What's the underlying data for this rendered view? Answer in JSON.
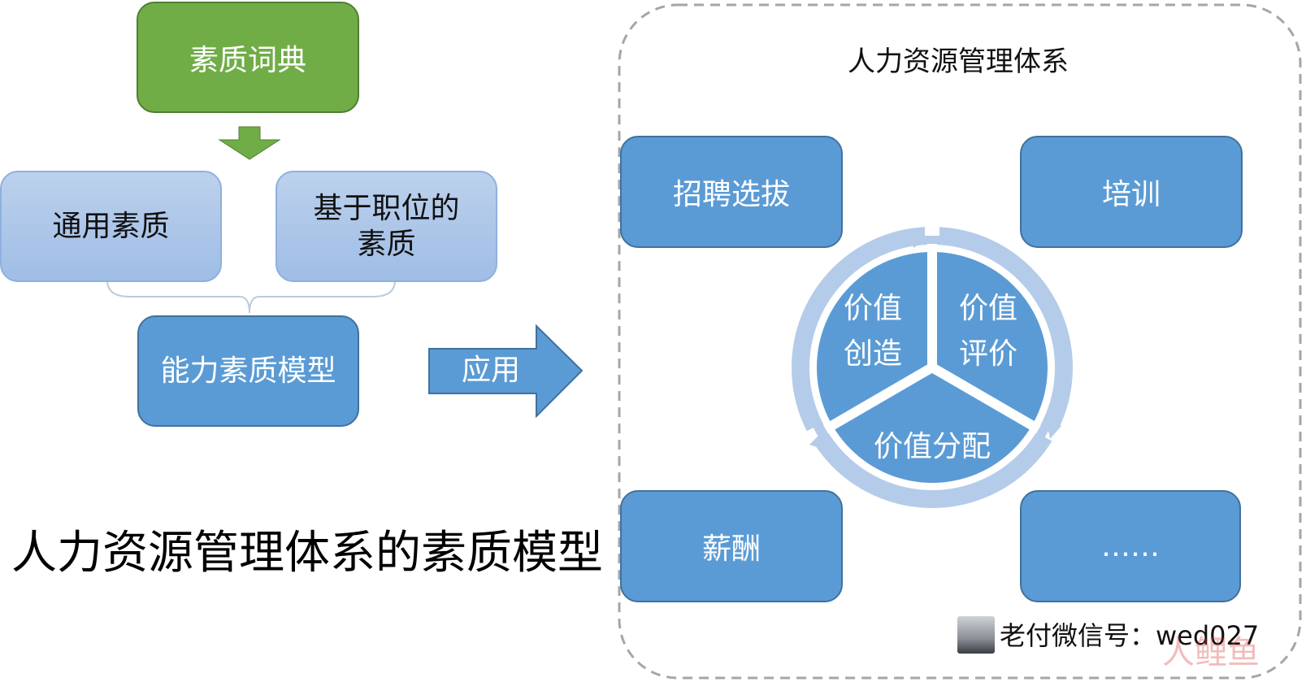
{
  "left": {
    "top_box": "素质词典",
    "box_general": "通用素质",
    "box_position_line1": "基于职位的",
    "box_position_line2": "素质",
    "box_model": "能力素质模型",
    "arrow_label": "应用",
    "caption": "人力资源管理体系的素质模型"
  },
  "right": {
    "title": "人力资源管理体系",
    "boxes": {
      "recruit": "招聘选拔",
      "training": "培训",
      "salary": "薪酬",
      "more": "……"
    },
    "cycle": {
      "create_line1": "价值",
      "create_line2": "创造",
      "evaluate_line1": "价值",
      "evaluate_line2": "评价",
      "distribute": "价值分配"
    }
  },
  "watermark": {
    "text": "老付微信号：wed027",
    "logo_text": "人鲤鱼"
  },
  "colors": {
    "green": "#70ad47",
    "blue": "#5b9bd5",
    "light_blue": "#9fbde6",
    "ring": "#b4cce9"
  }
}
